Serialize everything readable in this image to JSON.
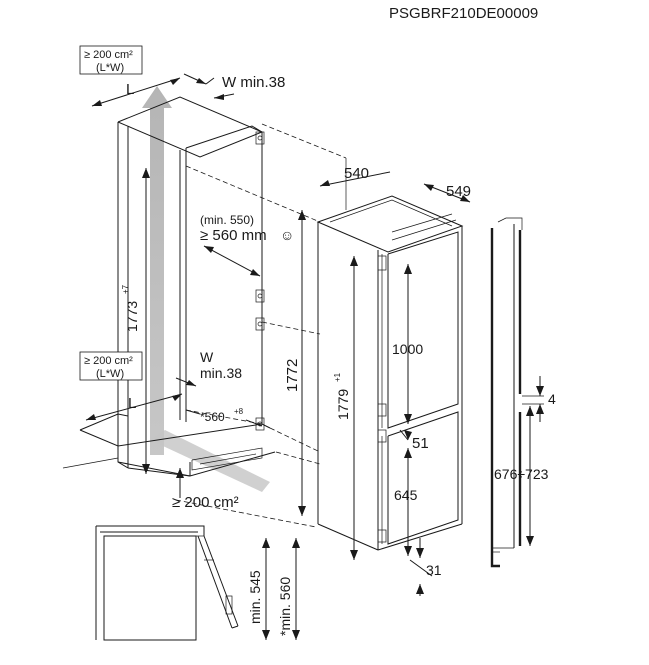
{
  "code": "PSGBRF210DE00009",
  "niche": {
    "vent_top": [
      "≥ 200 cm²",
      "(L*W)"
    ],
    "vent_bottom": [
      "≥ 200 cm²",
      "(L*W)"
    ],
    "label_L_top": "L",
    "label_W_top": "W min.38",
    "label_L_bottom": "L",
    "label_W_bottom_1": "W",
    "label_W_bottom_2": "min.38",
    "height": "1773",
    "height_tol": "+7",
    "width": "*560",
    "width_tol": "+8",
    "depth_1": "(min. 550)",
    "depth_2": "≥ 560 mm",
    "depth_icon": "☺",
    "vent_plinth": "≥ 200 cm²"
  },
  "appliance": {
    "depth": "540",
    "width": "549",
    "niche_height": "1772",
    "height": "1779",
    "height_tol": "+1",
    "door_top": "1000",
    "gap": "51",
    "door_bottom": "645",
    "bottom_offset": "31"
  },
  "door": {
    "offset": "4",
    "range": "676÷723"
  },
  "cabinet": {
    "min_545": "min. 545",
    "min_560": "*min. 560"
  }
}
